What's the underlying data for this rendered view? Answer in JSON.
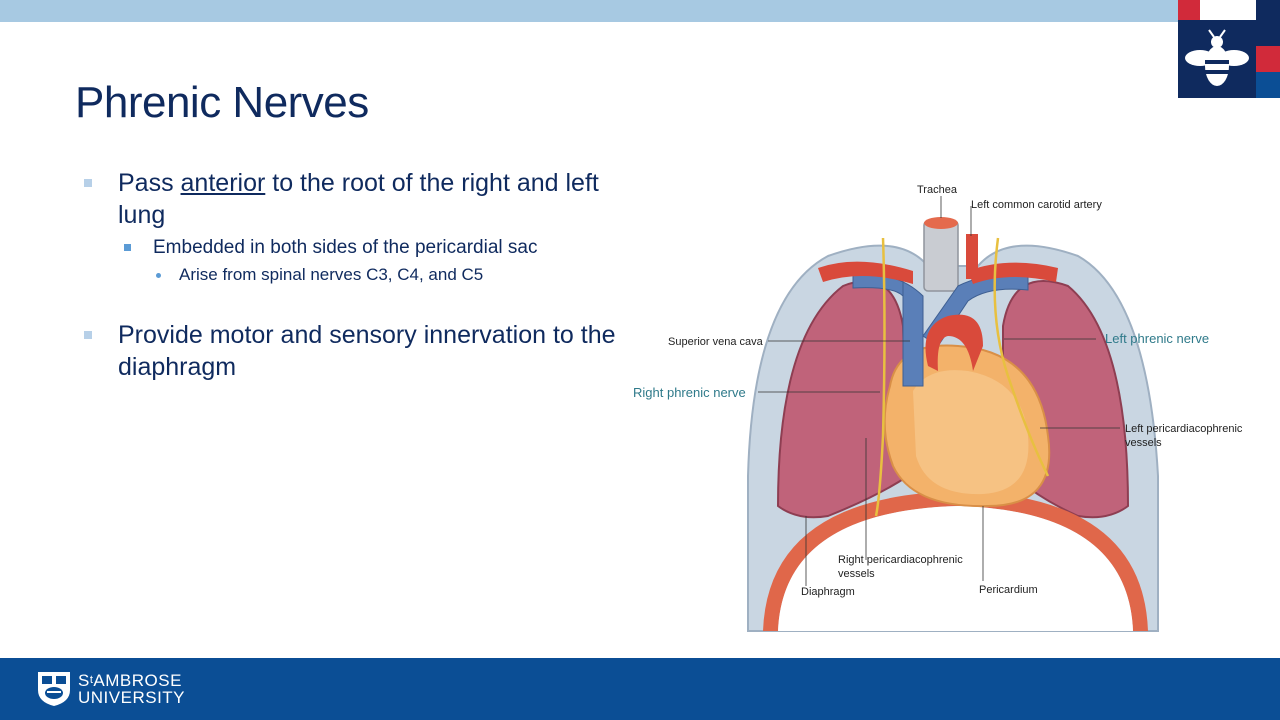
{
  "slide": {
    "title": "Phrenic Nerves",
    "bullets": {
      "b1_pre": "Pass ",
      "b1_underlined": "anterior",
      "b1_post": " to the root of the right and left lung",
      "b1_sub": "Embedded in both sides of the pericardial sac",
      "b1_subsub": "Arise from spinal nerves C3, C4, and C5",
      "b2": "Provide motor and sensory innervation to the diaphragm"
    }
  },
  "figure": {
    "labels": {
      "trachea": "Trachea",
      "left_common_carotid": "Left common carotid artery",
      "superior_vena_cava": "Superior vena cava",
      "left_phrenic_nerve": "Left phrenic nerve",
      "right_phrenic_nerve": "Right phrenic nerve",
      "left_pericardiacophrenic_1": "Left pericardiacophrenic",
      "left_pericardiacophrenic_2": "vessels",
      "right_pericardiacophrenic_1": "Right pericardiacophrenic",
      "right_pericardiacophrenic_2": "vessels",
      "diaphragm": "Diaphragm",
      "pericardium": "Pericardium"
    }
  },
  "footer": {
    "university_line1_a": "S",
    "university_line1_sup": "t",
    "university_line1_b": "AMBROSE",
    "university_line2": "UNIVERSITY"
  },
  "colors": {
    "title_text": "#0f2a5e",
    "top_bar": "#a7c9e2",
    "footer_bg": "#0b4e95",
    "logo_navy": "#0f2a5e",
    "logo_red": "#d12a3a",
    "logo_blue": "#0b4e95",
    "bullet_light": "#b7d0e8",
    "bullet_mid": "#5b9bd5",
    "teal_label": "#2f7a8a"
  },
  "icons": {
    "corner_logo": "bee-icon",
    "footer_logo": "university-crest-icon"
  }
}
